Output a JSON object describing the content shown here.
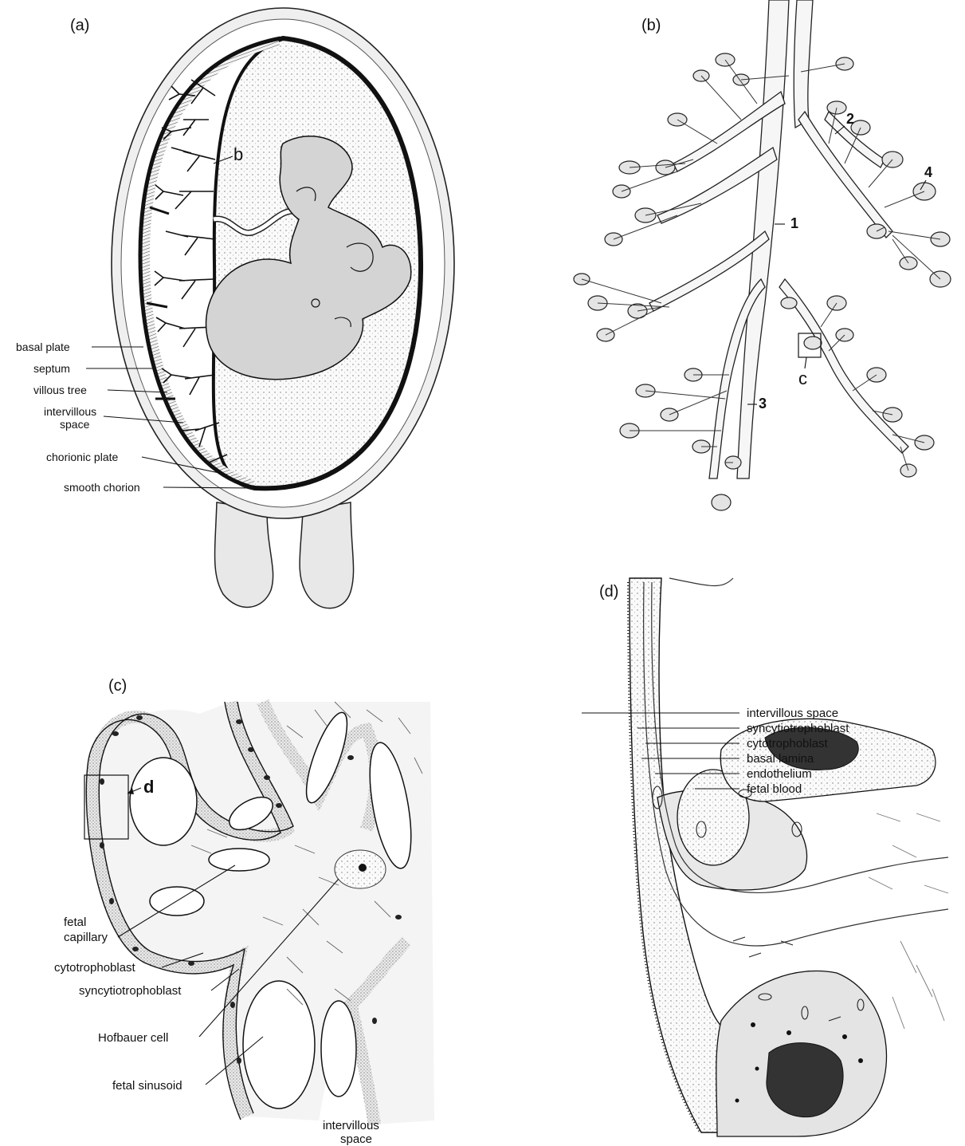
{
  "panels": {
    "a": {
      "label": "(a)",
      "marker": "b",
      "labels": [
        "basal plate",
        "septum",
        "villous tree",
        "intervillous",
        "space",
        "chorionic plate",
        "smooth chorion"
      ]
    },
    "b": {
      "label": "(b)",
      "marker": "c",
      "numbers": [
        "1",
        "2",
        "3",
        "4"
      ]
    },
    "c": {
      "label": "(c)",
      "marker": "d",
      "labels": [
        "fetal",
        "capillary",
        "cytotrophoblast",
        "syncytiotrophoblast",
        "Hofbauer cell",
        "fetal sinusoid",
        "intervillous",
        "space"
      ]
    },
    "d": {
      "label": "(d)",
      "labels": [
        "intervillous space",
        "syncytiotrophoblast",
        "cytotrophoblast",
        "basal lamina",
        "endothelium",
        "fetal blood"
      ]
    }
  },
  "colors": {
    "ink": "#111111",
    "fill_light": "#e6e6e6",
    "fill_mid": "#d2d2d2",
    "paper": "#ffffff"
  }
}
